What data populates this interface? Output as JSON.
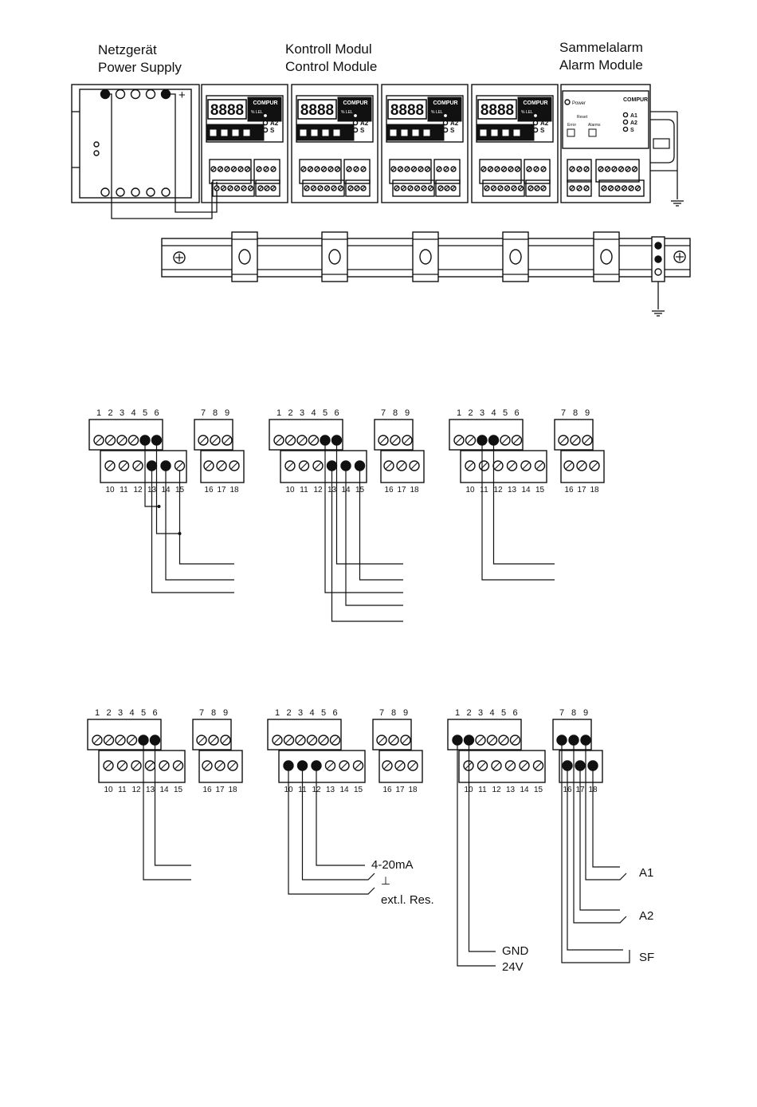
{
  "headers": {
    "power_supply": [
      "Netzgerät",
      "Power Supply"
    ],
    "control_module": [
      "Kontroll Modul",
      "Control Module"
    ],
    "alarm_module": [
      "Sammelalarm",
      "Alarm Module"
    ]
  },
  "module_faceplate": {
    "display": "8888",
    "brand": "COMPUR",
    "leds": [
      "A1",
      "A2",
      "S"
    ],
    "unit": "% LEL",
    "reset": "Reset"
  },
  "alarm_faceplate": {
    "power": "Power",
    "reset": "Reset",
    "error": "Error",
    "alarms": "Alarms",
    "brand": "COMPUR",
    "leds": [
      "A1",
      "A2",
      "S"
    ]
  },
  "terminals": {
    "top_a": [
      "1",
      "2",
      "3",
      "4",
      "5",
      "6"
    ],
    "top_b": [
      "7",
      "8",
      "9"
    ],
    "bot_a": [
      "10",
      "11",
      "12",
      "13",
      "14",
      "15"
    ],
    "bot_b": [
      "16",
      "17",
      "18"
    ]
  },
  "signal_labels": {
    "current_out": "4-20mA",
    "ground_symbol": "⊥",
    "ext_reset": "ext.l. Res.",
    "gnd": "GND",
    "v24": "24V",
    "a1": "A1",
    "a2": "A2",
    "sf": "SF",
    "plus": "+"
  }
}
